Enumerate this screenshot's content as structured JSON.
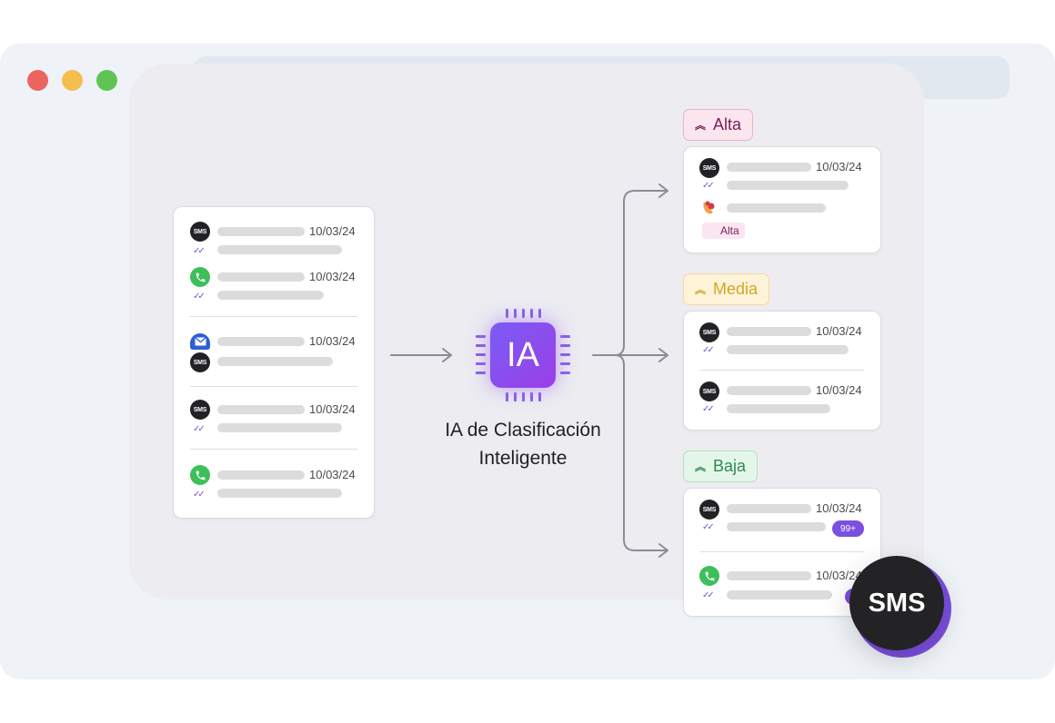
{
  "window": {
    "controls": [
      "close",
      "minimize",
      "maximize"
    ],
    "url_bar": ""
  },
  "inbox": {
    "messages": [
      {
        "channel": "SMS",
        "icon": "sms-icon",
        "date": "10/03/24",
        "read": true
      },
      {
        "channel": "WhatsApp",
        "icon": "whatsapp-icon",
        "date": "10/03/24",
        "read": true
      },
      {
        "channel": "Email+SMS",
        "icon": "mail-icon",
        "secondary_icon": "sms-icon",
        "icon_label": "SMS",
        "date": "10/03/24",
        "read": false
      },
      {
        "channel": "SMS",
        "icon": "sms-icon",
        "date": "10/03/24",
        "read": true
      },
      {
        "channel": "WhatsApp",
        "icon": "whatsapp-icon",
        "date": "10/03/24",
        "read": true
      }
    ],
    "sms_label": "SMS"
  },
  "ai": {
    "chip_label": "IA",
    "title_line1": "IA de Clasificación",
    "title_line2": "Inteligente",
    "accent": "#8a4fe8"
  },
  "priorities": {
    "alta": {
      "label": "Alta",
      "chevron": "«",
      "color": "#7a1e5a",
      "messages": [
        {
          "channel": "SMS",
          "icon_label": "SMS",
          "date": "10/03/24",
          "read": true
        }
      ],
      "inline_tag": "Alta"
    },
    "media": {
      "label": "Media",
      "chevron": "«",
      "color": "#d4a628",
      "messages": [
        {
          "channel": "SMS",
          "icon_label": "SMS",
          "date": "10/03/24",
          "read": true
        },
        {
          "channel": "SMS",
          "icon_label": "SMS",
          "date": "10/03/24",
          "read": true
        }
      ]
    },
    "baja": {
      "label": "Baja",
      "chevron": "«",
      "color": "#2f8a52",
      "messages": [
        {
          "channel": "SMS",
          "icon_label": "SMS",
          "date": "10/03/24",
          "read": true,
          "badge": "99+"
        },
        {
          "channel": "WhatsApp",
          "icon_label": "",
          "date": "10/03/24",
          "read": true
        }
      ]
    }
  },
  "floating_badge": {
    "label": "SMS"
  },
  "check_glyph": "✓✓"
}
